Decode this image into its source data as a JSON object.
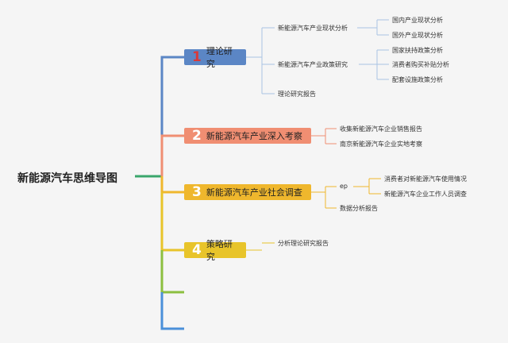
{
  "root": "新能源汽车思维导图",
  "branches": [
    {
      "number": "1",
      "label": "理论研究",
      "children": [
        {
          "label": "新能源汽车产业现状分析",
          "children": [
            "国内产业现状分析",
            "国外产业现状分析"
          ]
        },
        {
          "label": "新能源汽车产业政策研究",
          "children": [
            "国家扶持政策分析",
            "消费者购买补贴分析",
            "配套设施政策分析"
          ]
        },
        {
          "label": "理论研究报告",
          "children": []
        }
      ]
    },
    {
      "number": "2",
      "label": "新能源汽车产业深入考察",
      "children": [
        {
          "label": "收集新能源汽车企业销售报告",
          "children": []
        },
        {
          "label": "南京新能源汽车企业实地考察",
          "children": []
        }
      ]
    },
    {
      "number": "3",
      "label": "新能源汽车产业社会调查",
      "children": [
        {
          "label": "ep",
          "children": [
            "消费者对新能源汽车使用情况",
            "新能源汽车企业工作人员调查"
          ]
        },
        {
          "label": "数据分析报告",
          "children": []
        }
      ]
    },
    {
      "number": "4",
      "label": "策略研究",
      "children": [
        {
          "label": "分析理论研究报告",
          "children": []
        }
      ]
    }
  ],
  "colors": {
    "branch1": "#5b86c5",
    "branch2": "#f08e72",
    "branch3": "#efb72d",
    "branch4": "#e8c42a",
    "number1": "#d83a3a",
    "trunk_green": "#3aa66c",
    "trunk_blue": "#4a90d9",
    "leaf_line": "#a9c4e3",
    "stub_green": "#8cbf3f"
  }
}
